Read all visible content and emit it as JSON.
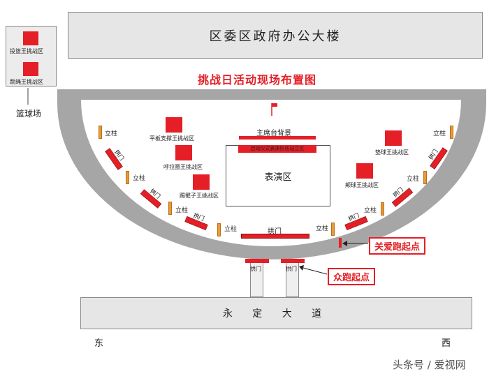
{
  "building": {
    "label": "区委区政府办公大楼"
  },
  "basketball": {
    "zone1": "投篮王挑战区",
    "zone2": "跳绳王挑战区",
    "label": "篮球场"
  },
  "title": "挑战日活动现场布置图",
  "venue": {
    "rostrum": "主席台背景",
    "banner": "启动仪式表演队伍站立区",
    "stage": "表演区",
    "zones": {
      "plank": "平板支撑王挑战区",
      "hoop": "呼拉圈王挑战区",
      "shuttle": "踢毽子王挑战区",
      "pushup": "垫球王挑战区",
      "ball": "颠球王挑战区"
    },
    "pillar": "立柱",
    "arch": "拱门"
  },
  "callouts": {
    "love_run": "关爱跑起点",
    "crowd_run": "众跑起点"
  },
  "road": {
    "label": "永 定 大 道"
  },
  "directions": {
    "east": "东",
    "west": "西"
  },
  "watermark": "头条号 / 爱视网",
  "colors": {
    "red": "#e41f26",
    "pillar": "#e89a36",
    "gray": "#e6e6e6",
    "arena": "#a6a6a6"
  }
}
